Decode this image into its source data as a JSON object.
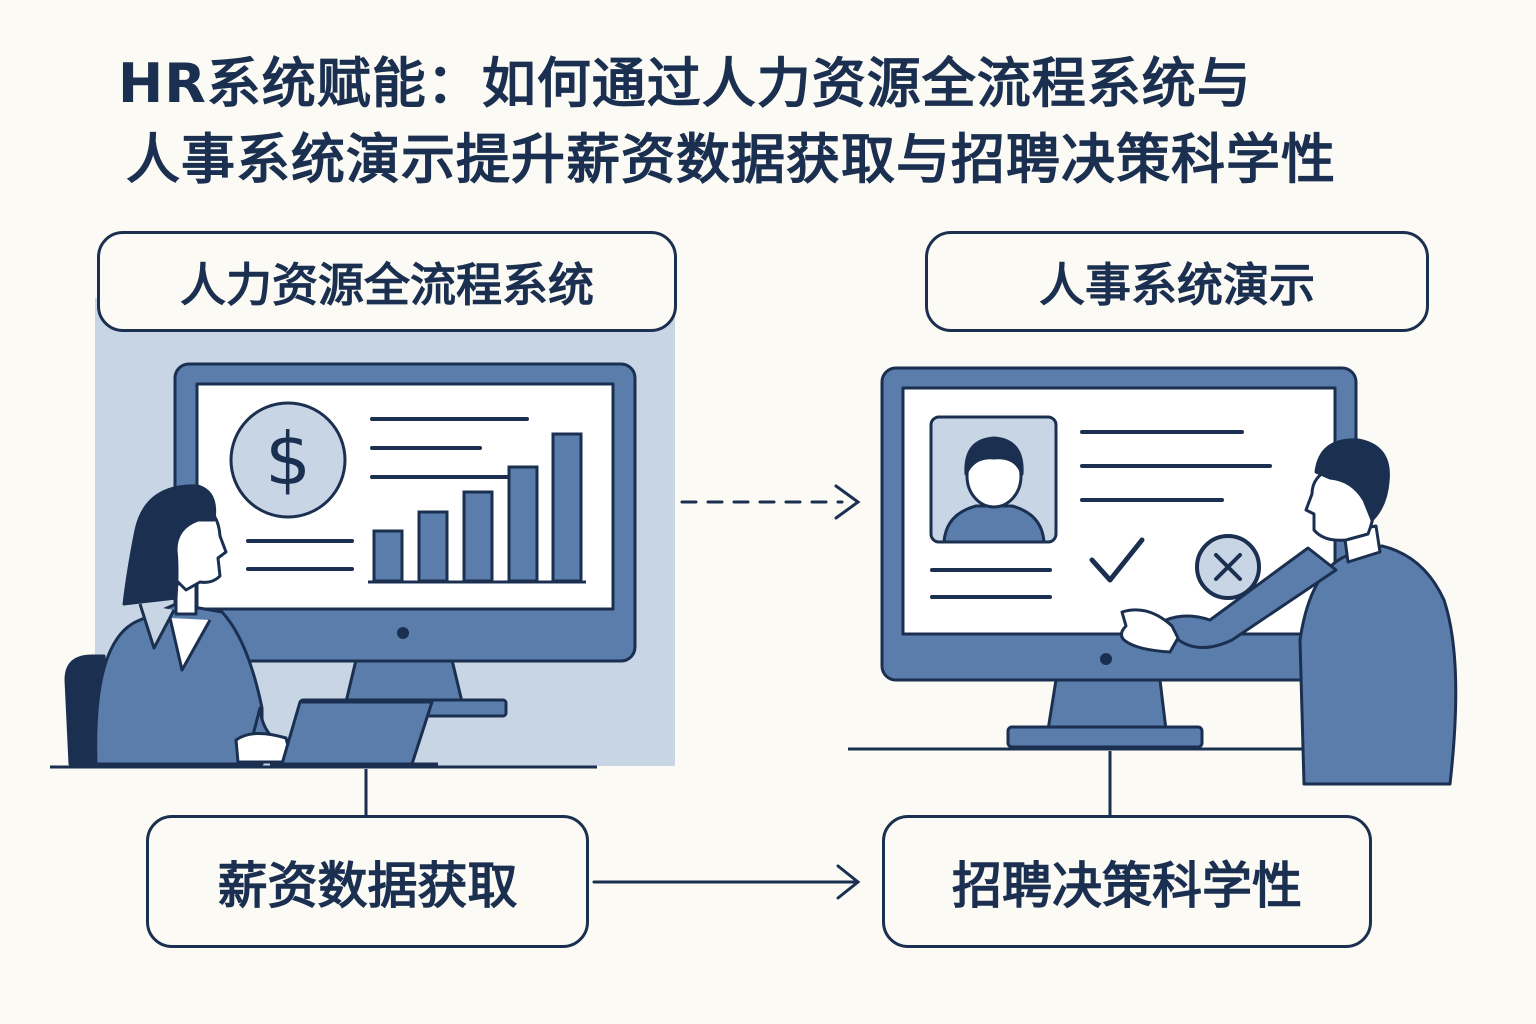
{
  "title": {
    "line1": "HR系统赋能：如何通过人力资源全流程系统与",
    "line2": "人事系统演示提升薪资数据获取与招聘决策科学性"
  },
  "left_panel": {
    "label": "人力资源全流程系统"
  },
  "right_panel": {
    "label": "人事系统演示"
  },
  "outcomes": {
    "left": "薪资数据获取",
    "right": "招聘决策科学性"
  },
  "icons": {
    "dollar": "dollar-icon",
    "profile": "user-profile-icon",
    "check": "check-icon",
    "reject": "x-circle-icon"
  },
  "colors": {
    "navy": "#1b3050",
    "blue": "#5a7dab",
    "light_blue": "#c7d5e5",
    "background": "#fbfaf4"
  }
}
